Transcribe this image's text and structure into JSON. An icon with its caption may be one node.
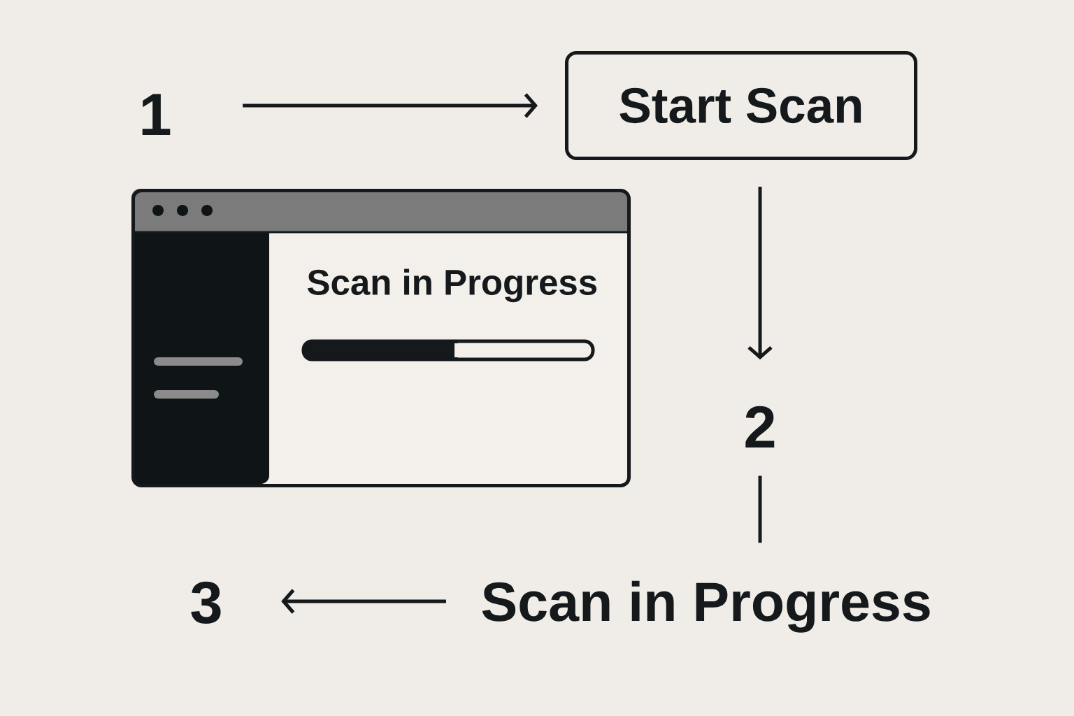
{
  "diagram": {
    "nodes": [
      {
        "text": [
          "1"
        ]
      },
      {
        "text": [
          "Start Scan"
        ]
      },
      {
        "text": [
          "2"
        ]
      },
      {
        "text": [
          "Scan in Progress"
        ]
      },
      {
        "text": [
          "3"
        ]
      },
      {
        "text": [
          "Scan in Progress"
        ]
      }
    ],
    "edges": [
      {
        "from": 0,
        "to": 1,
        "arrow": "to"
      },
      {
        "from": 1,
        "to": 2,
        "arrow": "to"
      },
      {
        "from": 2,
        "to": 3,
        "arrow": "none"
      },
      {
        "from": 3,
        "to": 4,
        "arrow": "to"
      }
    ]
  }
}
